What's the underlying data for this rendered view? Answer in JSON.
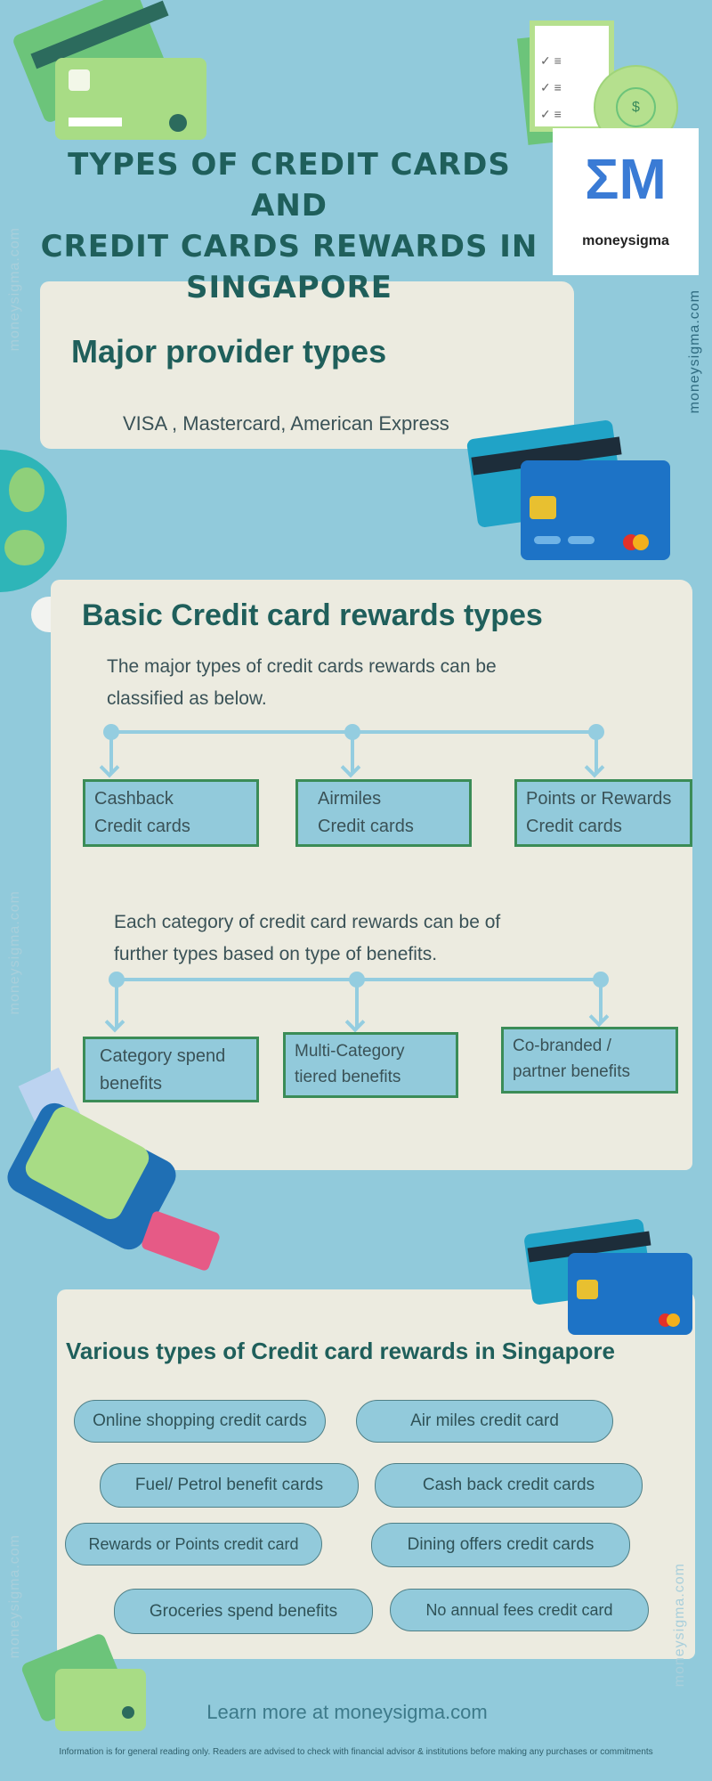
{
  "header": {
    "title_lines": [
      "Types of credit cards and",
      "credit cards rewards in",
      "Singapore"
    ],
    "logo_text": "moneysigma",
    "logo_glyph": "ΣM"
  },
  "watermark": "moneysigma.com",
  "providers": {
    "heading": "Major provider types",
    "text": "VISA , Mastercard, American Express"
  },
  "basic": {
    "heading": "Basic Credit card rewards types",
    "intro_lines": [
      "The major types of credit cards rewards can be",
      "classified as below."
    ],
    "types": [
      {
        "l1": "Cashback",
        "l2": "Credit cards"
      },
      {
        "l1": "Airmiles",
        "l2": "Credit cards"
      },
      {
        "l1": "Points or Rewards",
        "l2": "Credit cards"
      }
    ],
    "intro2_lines": [
      "Each category of credit card rewards can be of",
      "further types based on type of benefits."
    ],
    "benefits": [
      {
        "l1": "Category  spend",
        "l2": "benefits"
      },
      {
        "l1": "Multi-Category",
        "l2": "tiered benefits"
      },
      {
        "l1": "Co-branded /",
        "l2": "partner benefits"
      }
    ]
  },
  "various": {
    "heading": "Various types of Credit card rewards in Singapore",
    "items": [
      "Online shopping credit cards",
      "Air miles credit card",
      "Fuel/ Petrol benefit cards",
      "Cash back credit cards",
      "Rewards or Points credit card",
      "Dining offers credit cards",
      "Groceries  spend benefits",
      "No annual fees credit card"
    ]
  },
  "footer": {
    "learn_more": "Learn more at moneysigma.com",
    "disclaimer": "Information is for general reading only. Readers are advised to check with financial advisor & institutions before making any purchases or commitments"
  },
  "colors": {
    "background": "#91cadb",
    "panel": "#ecebe0",
    "heading": "#1f5f5b",
    "box_border": "#3b8c57"
  }
}
